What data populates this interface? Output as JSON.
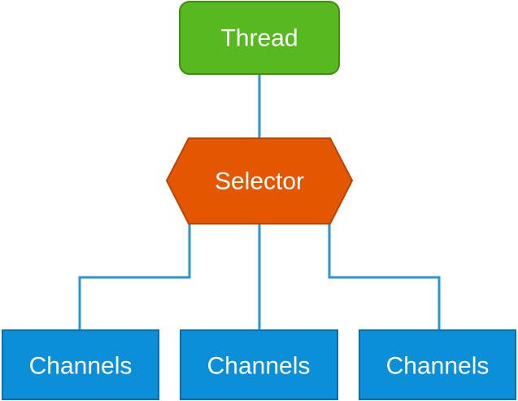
{
  "diagram": {
    "thread": {
      "label": "Thread",
      "fill": "#57b81f",
      "stroke": "#3f8f12"
    },
    "selector": {
      "label": "Selector",
      "fill": "#e45700",
      "stroke": "#b84400"
    },
    "channels": [
      {
        "label": "Channels"
      },
      {
        "label": "Channels"
      },
      {
        "label": "Channels"
      }
    ],
    "channel_fill": "#0a8fd8",
    "channel_stroke": "#0570ad",
    "connector_color": "#2a95d0"
  }
}
